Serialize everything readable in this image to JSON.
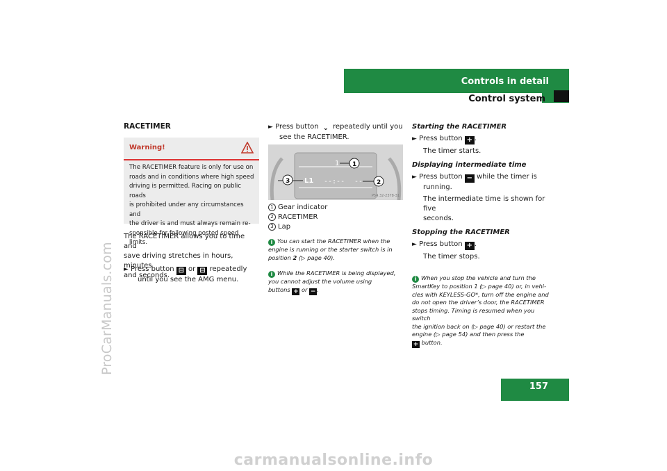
{
  "header": {
    "section": "Controls in detail",
    "subsection": "Control system"
  },
  "page_number": "157",
  "watermark_side": "ProCarManuals.com",
  "watermark_bottom": "carmanualsonline.info",
  "left": {
    "heading": "RACETIMER",
    "warning": {
      "title": "Warning!",
      "lines": [
        "The RACETIMER feature is only for use on",
        "roads and in conditions where high speed",
        "driving is permitted. Racing on public roads",
        "is prohibited under any circumstances and",
        "the driver is and must always remain re-",
        "sponsible for following posted speed limits."
      ]
    },
    "intro_lines": [
      "The RACETIMER allows you to time and",
      "save driving stretches in hours, minutes",
      "and seconds."
    ],
    "step1": {
      "a": "Press button",
      "b": "or",
      "c": "repeatedly",
      "d": "until you see the AMG menu."
    }
  },
  "middle": {
    "step": {
      "a": "Press button",
      "b": "repeatedly until you",
      "c": "see the RACETIMER."
    },
    "figure": {
      "l1": "L1",
      "time": "--:--",
      "dash": "--",
      "code": "P54.32-2378-31"
    },
    "legend": [
      {
        "n": "1",
        "t": "Gear indicator"
      },
      {
        "n": "2",
        "t": "RACETIMER"
      },
      {
        "n": "3",
        "t": "Lap"
      }
    ],
    "note1": [
      "You can start the RACETIMER when the",
      "engine is running or the starter switch is in",
      "position",
      "2",
      "(▷ page 40)."
    ],
    "note2": [
      "While the RACETIMER is being displayed,",
      "you cannot adjust the volume using",
      "buttons",
      "or",
      "."
    ]
  },
  "right": {
    "s1": {
      "h": "Starting the RACETIMER",
      "a": "Press button",
      "b": "The timer starts."
    },
    "s2": {
      "h": "Displaying intermediate time",
      "a": "Press button",
      "b": "while the timer is",
      "c": "running.",
      "d": "The intermediate time is shown for five",
      "e": "seconds."
    },
    "s3": {
      "h": "Stopping the RACETIMER",
      "a": "Press button",
      "b": "The timer stops."
    },
    "note": [
      "When you stop the vehicle and turn the",
      "SmartKey to position 1 (▷ page 40) or, in vehi-",
      "cles with KEYLESS-GO*, turn off the engine and",
      "do not open the driver’s door, the RACETIMER",
      "stops timing. Timing is resumed when you switch",
      "the ignition back on (▷ page 40) or restart the",
      "engine (▷ page 54) and then press the",
      "button."
    ]
  }
}
